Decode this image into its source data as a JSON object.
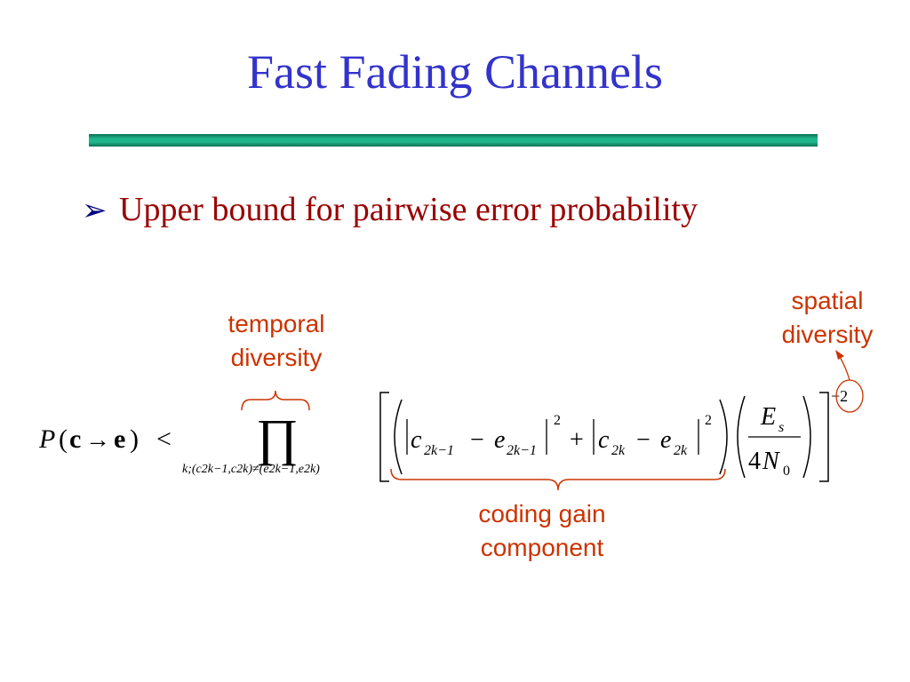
{
  "slide": {
    "title": "Fast Fading Channels",
    "bullet": {
      "marker": "➢",
      "text": "Upper bound for pairwise error probability"
    }
  },
  "annotations": {
    "temporal": [
      "temporal",
      "diversity"
    ],
    "spatial": [
      "spatial",
      "diversity"
    ],
    "coding": [
      "coding gain",
      "component"
    ]
  },
  "formula": {
    "lhs_P": "P",
    "lhs_open": "(",
    "lhs_c": "c",
    "lhs_arrow": "→",
    "lhs_e": "e",
    "lhs_close": ")",
    "less_than": "<",
    "product": "∏",
    "product_index": "k;(c2k−1,c2k)≠(e2k−1,e2k)",
    "term_c": "c",
    "sub_2k_minus_1": "2k−1",
    "minus": "−",
    "term_e": "e",
    "squared": "2",
    "plus": "+",
    "sub_2k": "2k",
    "numerator": "E",
    "numerator_sub": "s",
    "denominator_4": "4",
    "denominator_N": "N",
    "denominator_sub": "0",
    "exponent": "−2"
  },
  "colors": {
    "title": "#3333cc",
    "bullet_text": "#990000",
    "annotation": "#cc3300",
    "rule": "#009966"
  }
}
